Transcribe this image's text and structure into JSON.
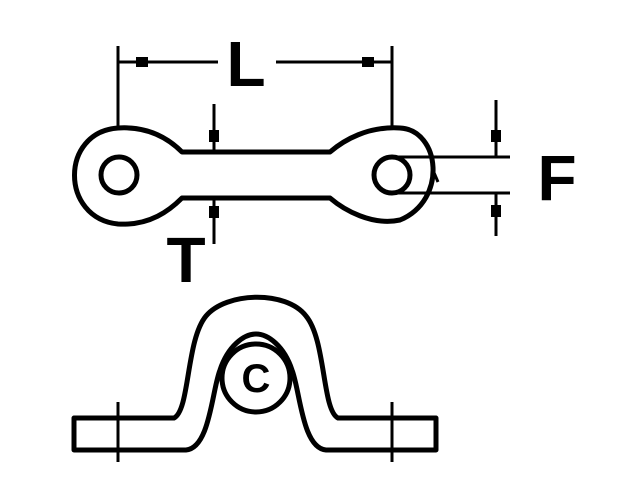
{
  "diagram": {
    "labels": {
      "length": "L",
      "thickness": "T",
      "fastener": "F",
      "clearance": "C"
    },
    "colors": {
      "stroke": "#000000",
      "background": "#ffffff"
    }
  }
}
